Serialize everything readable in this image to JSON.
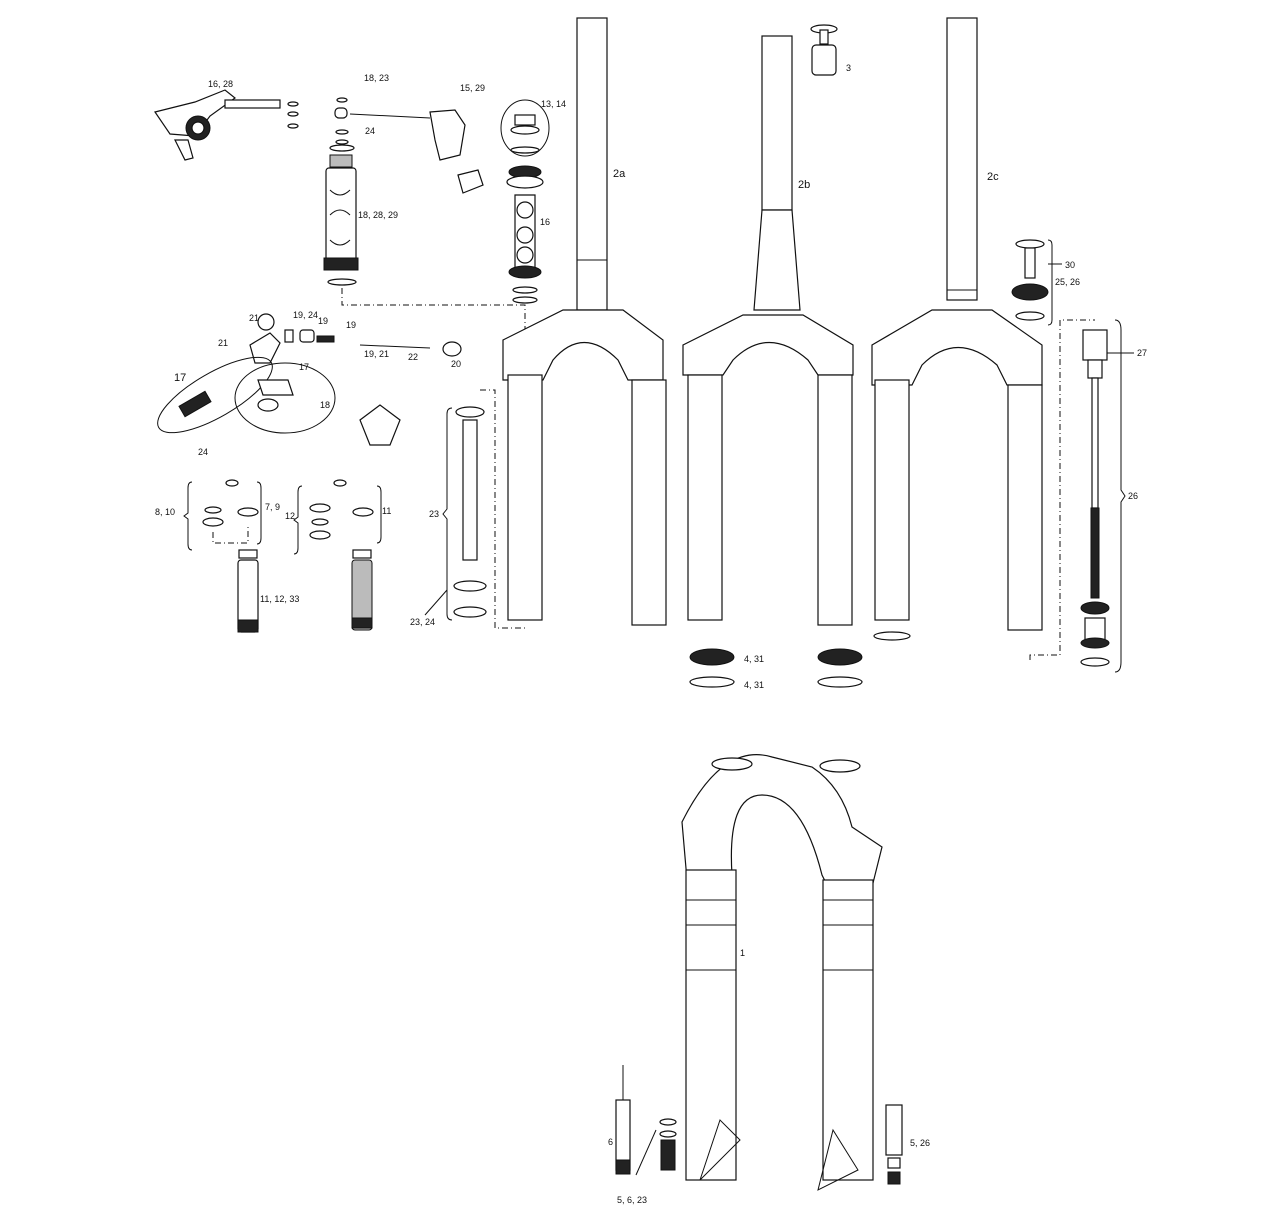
{
  "diagram": {
    "title": "Suspension fork exploded parts diagram",
    "callouts": {
      "c16_28": "16, 28",
      "c18_23": "18, 23",
      "c24a": "24",
      "c15_29": "15, 29",
      "c13_14": "13, 14",
      "c3": "3",
      "c2a": "2a",
      "c2b": "2b",
      "c2c": "2c",
      "c18_28_29": "18, 28, 29",
      "c16": "16",
      "c30": "30",
      "c25_26": "25, 26",
      "c27": "27",
      "c21a": "21",
      "c19_24": "19, 24",
      "c19a": "19",
      "c19b": "19",
      "c19_21": "19, 21",
      "c22": "22",
      "c20": "20",
      "c21b": "21",
      "c17a": "17",
      "c17b": "17",
      "c18": "18",
      "c24b": "24",
      "c8_10": "8, 10",
      "c7_9": "7, 9",
      "c12": "12",
      "c11": "11",
      "c11_12_33": "11, 12, 33",
      "c23": "23",
      "c23_24": "23, 24",
      "c26": "26",
      "c4_31a": "4, 31",
      "c4_31b": "4, 31",
      "c1": "1",
      "c6": "6",
      "c5_6_23": "5, 6, 23",
      "c5_26": "5, 26"
    }
  }
}
